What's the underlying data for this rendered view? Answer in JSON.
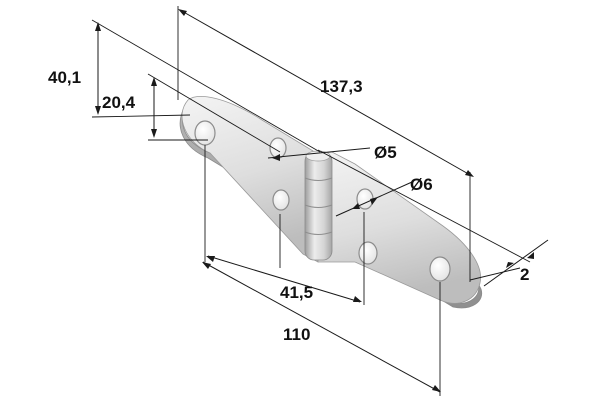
{
  "dimensions": {
    "overall_width": "40,1",
    "leaf_width": "20,4",
    "overall_length": "137,3",
    "small_hole_diameter": "Ø5",
    "large_hole_diameter": "Ø6",
    "thickness": "2",
    "inner_hole_spacing": "41,5",
    "outer_hole_spacing": "110"
  },
  "colors": {
    "metal_light": "#f2f2f2",
    "metal_mid": "#d0d0d0",
    "metal_dark": "#a9a9a9",
    "line": "#1a1a1a"
  }
}
